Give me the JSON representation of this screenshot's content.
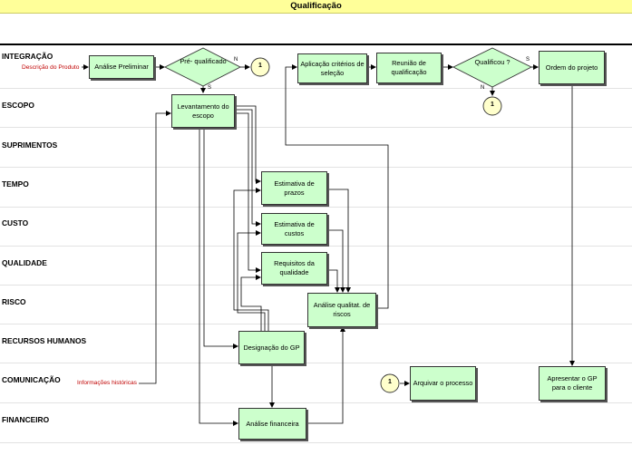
{
  "title": "Qualificação",
  "lanes": [
    "INTEGRAÇÃO",
    "ESCOPO",
    "SUPRIMENTOS",
    "TEMPO",
    "CUSTO",
    "QUALIDADE",
    "RISCO",
    "RECURSOS HUMANOS",
    "COMUNICAÇÃO",
    "FINANCEIRO"
  ],
  "notes": {
    "descricao_produto": "Descrição do Produto",
    "informacoes_historicas": "Informações históricas"
  },
  "activities": {
    "analise_preliminar": "Análise Preliminar",
    "levantamento_escopo": "Levantamento do escopo",
    "aplicacao_criterios": "Aplicação critérios de seleção",
    "reuniao_qualificacao": "Reunião de qualificação",
    "ordem_projeto": "Ordem do projeto",
    "estimativa_prazos": "Estimativa de prazos",
    "estimativa_custos": "Estimativa de custos",
    "requisitos_qualidade": "Requisitos da qualidade",
    "analise_riscos": "Análise qualitat. de riscos",
    "designacao_gp": "Designação do GP",
    "analise_financeira": "Análise financeira",
    "arquivar_processo": "Arquivar o processo",
    "apresentar_gp": "Apresentar o GP para o cliente"
  },
  "decisions": {
    "pre_qualificado": "Pré- qualificado",
    "qualificou": "Qualificou ?"
  },
  "branch_labels": {
    "yes": "S",
    "no": "N"
  },
  "connectors": {
    "c1": "1",
    "c2": "1",
    "c3": "1"
  },
  "colors": {
    "title_bar": "#ffff99",
    "box_fill": "#ccffcc",
    "connector_fill": "#ffffcc",
    "note_text": "#c00000"
  }
}
